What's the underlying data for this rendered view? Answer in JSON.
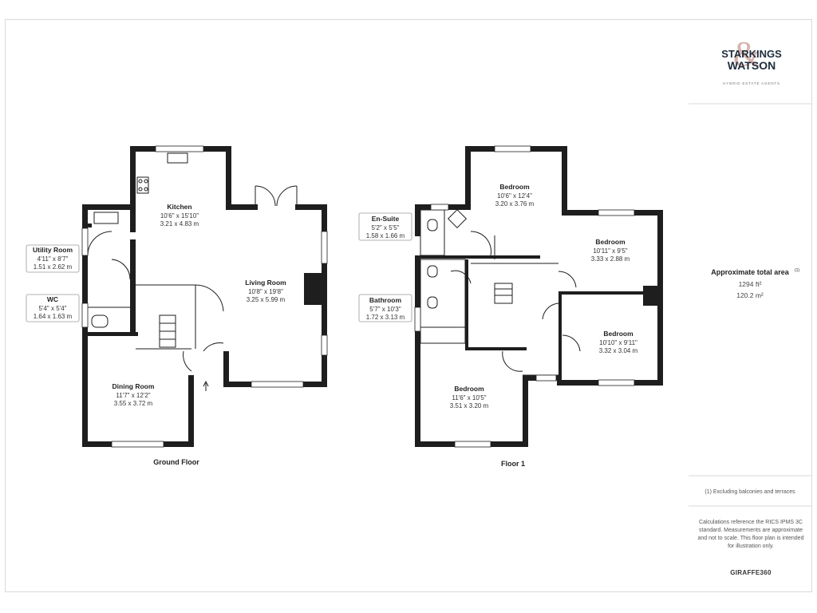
{
  "brand": {
    "line1": "STARKINGS",
    "line2": "WATSON",
    "tagline": "HYBRID ESTATE AGENTS",
    "primary_color": "#1f2d3d",
    "accent_color": "#c79a8f"
  },
  "area": {
    "title": "Approximate total area",
    "title_sup": "(1)",
    "sqft": "1294 ft²",
    "sqm": "120.2 m²"
  },
  "footnote": "(1) Excluding balconies and terraces",
  "disclaimer": "Calculations reference the RICS IPMS 3C standard. Measurements are approximate and not to scale. This floor plan is intended for illustration only.",
  "credit": "GIRAFFE360",
  "floors": [
    {
      "label": "Ground Floor"
    },
    {
      "label": "Floor 1"
    }
  ],
  "rooms": {
    "kitchen": {
      "name": "Kitchen",
      "imperial": "10'6\" x 15'10\"",
      "metric": "3.21 x 4.83 m"
    },
    "utility": {
      "name": "Utility Room",
      "imperial": "4'11\" x 8'7\"",
      "metric": "1.51 x 2.62 m"
    },
    "wc": {
      "name": "WC",
      "imperial": "5'4\" x 5'4\"",
      "metric": "1.64 x 1.63 m"
    },
    "living": {
      "name": "Living Room",
      "imperial": "10'8\" x 19'8\"",
      "metric": "3.25 x 5.99 m"
    },
    "dining": {
      "name": "Dining Room",
      "imperial": "11'7\" x 12'2\"",
      "metric": "3.55 x 3.72 m"
    },
    "bed_top": {
      "name": "Bedroom",
      "imperial": "10'6\" x 12'4\"",
      "metric": "3.20 x 3.76 m"
    },
    "ensuite": {
      "name": "En-Suite",
      "imperial": "5'2\" x 5'5\"",
      "metric": "1.58 x 1.66 m"
    },
    "bed_right": {
      "name": "Bedroom",
      "imperial": "10'11\" x 9'5\"",
      "metric": "3.33 x 2.88 m"
    },
    "bathroom": {
      "name": "Bathroom",
      "imperial": "5'7\" x 10'3\"",
      "metric": "1.72 x 3.13 m"
    },
    "bed_mid": {
      "name": "Bedroom",
      "imperial": "10'10\" x 9'11\"",
      "metric": "3.32 x 3.04 m"
    },
    "bed_bottom": {
      "name": "Bedroom",
      "imperial": "11'6\" x 10'5\"",
      "metric": "3.51 x 3.20 m"
    }
  }
}
